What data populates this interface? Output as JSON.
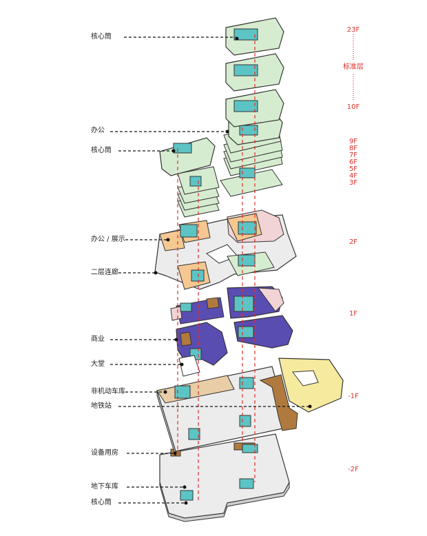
{
  "labels": {
    "core_top": "核心筒",
    "office": "办公",
    "core_2": "核心筒",
    "office_exhibit": "办公 / 展示",
    "corridor_2f": "二层连廊",
    "commercial": "商业",
    "lobby": "大堂",
    "bike_garage": "非机动车库",
    "metro_station": "地铁站",
    "equipment": "设备用房",
    "underground_garage": "地下车库",
    "core_bottom": "核心筒"
  },
  "floors": {
    "f23": "23F",
    "standard": "标准层",
    "f10": "10F",
    "f9": "9F",
    "f8": "8F",
    "f7": "7F",
    "f6": "6F",
    "f5": "5F",
    "f4": "4F",
    "f3": "3F",
    "f2": "2F",
    "f1": "1F",
    "b1": "-1F",
    "b2": "-2F"
  },
  "colors": {
    "office_green": "#d6ecd0",
    "core_teal": "#5cc4c4",
    "exhibit_orange": "#f5c891",
    "pink": "#f2d4d6",
    "commercial_purple": "#5a4db2",
    "garage_tan": "#e8cda6",
    "metro_yellow": "#f5ea9e",
    "brown": "#b07a3e",
    "grey_slab": "#ebebeb",
    "floor_red": "#e0302a"
  }
}
